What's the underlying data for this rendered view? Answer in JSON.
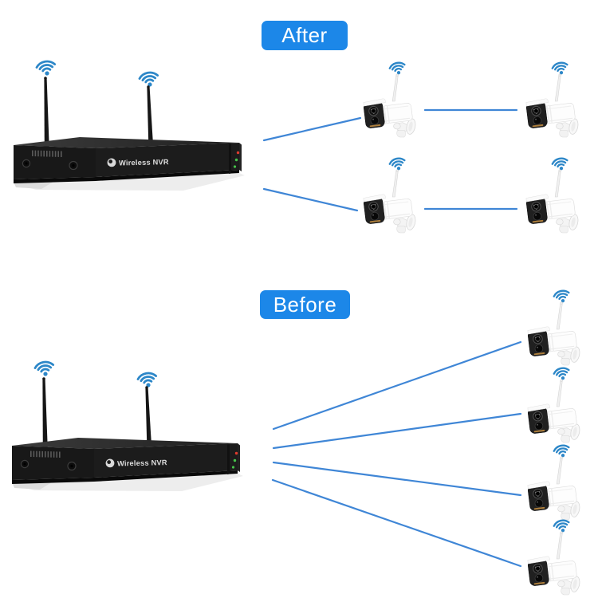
{
  "colors": {
    "badge_bg": "#1c87e8",
    "badge_text": "#ffffff",
    "connection_line": "#3f86d6",
    "wifi_icon": "#2d87c8"
  },
  "after": {
    "badge_label": "After",
    "nvr_label": "Wireless NVR",
    "camera_count": 4,
    "connections": [
      [
        "nvr",
        "camera-1"
      ],
      [
        "nvr",
        "camera-2"
      ],
      [
        "camera-1",
        "camera-3"
      ],
      [
        "camera-2",
        "camera-4"
      ]
    ]
  },
  "before": {
    "badge_label": "Before",
    "nvr_label": "Wireless NVR",
    "camera_count": 4,
    "connections": [
      [
        "nvr",
        "camera-1"
      ],
      [
        "nvr",
        "camera-2"
      ],
      [
        "nvr",
        "camera-3"
      ],
      [
        "nvr",
        "camera-4"
      ]
    ]
  }
}
